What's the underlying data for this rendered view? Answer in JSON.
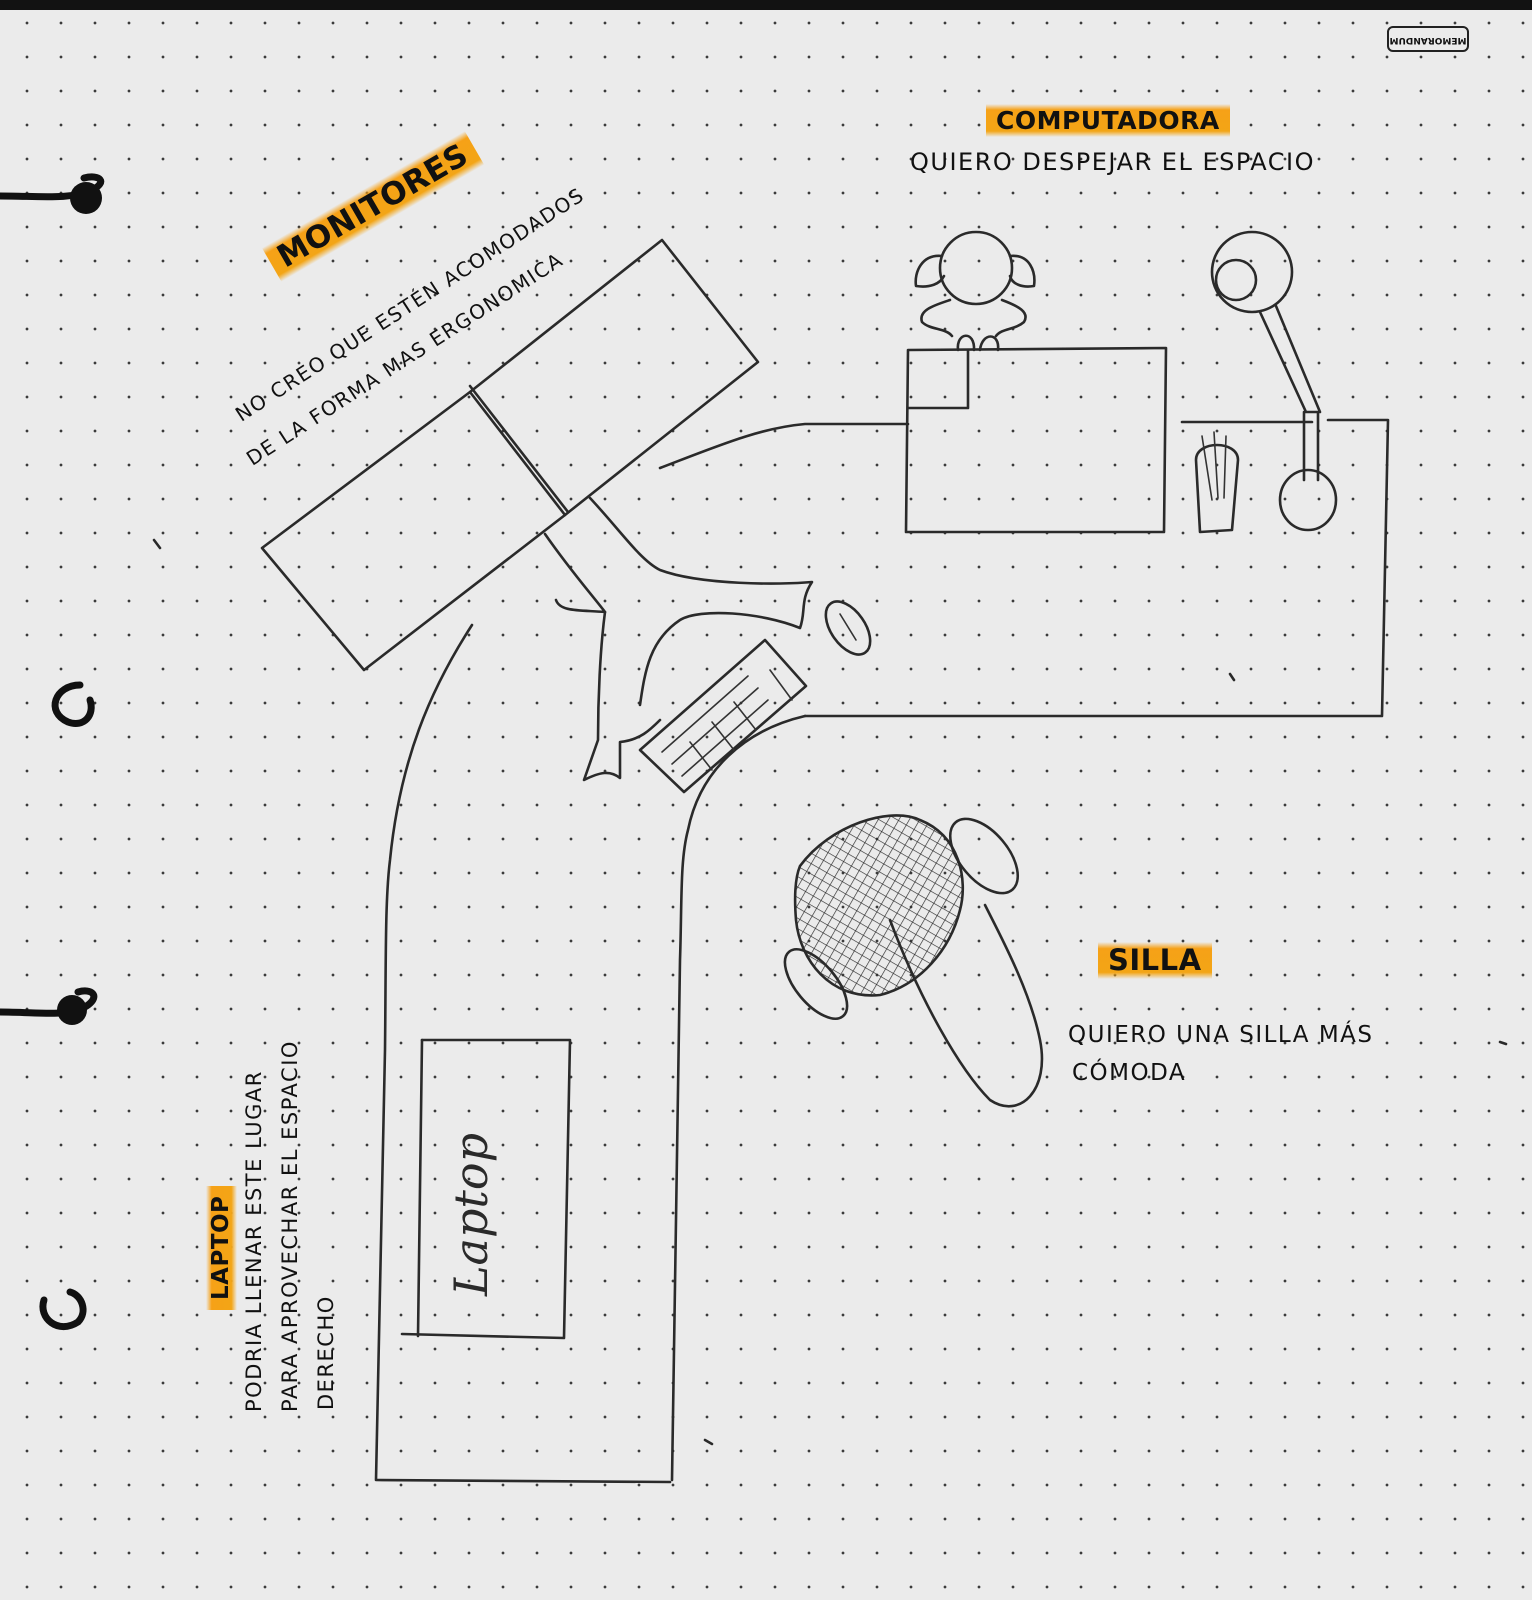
{
  "notebook": {
    "brand_stamp": "MEMORANDUM"
  },
  "sections": {
    "monitores": {
      "heading": "MONITORES",
      "note_line1": "NO CREO QUE ESTÉN ACOMODADOS",
      "note_line2": "DE LA FORMA MAS ERGONOMICA"
    },
    "computadora": {
      "heading": "COMPUTADORA",
      "note": "QUIERO DESPEJAR EL ESPACIO"
    },
    "silla": {
      "heading": "SILLA",
      "note_line1": "QUIERO UNA SILLA MÁS",
      "note_line2": "CÓMODA"
    },
    "laptop": {
      "heading": "LAPTOP",
      "note_line1": "PODRIA LLENAR ESTE LUGAR",
      "note_line2": "PARA APROVECHAR EL ESPACIO",
      "note_line3": "DERECHO"
    }
  },
  "drawing": {
    "laptop_box_label": "Laptop"
  },
  "colors": {
    "highlighter": "#f6a117",
    "ink": "#2a2a2a",
    "paper": "#ebebeb"
  }
}
